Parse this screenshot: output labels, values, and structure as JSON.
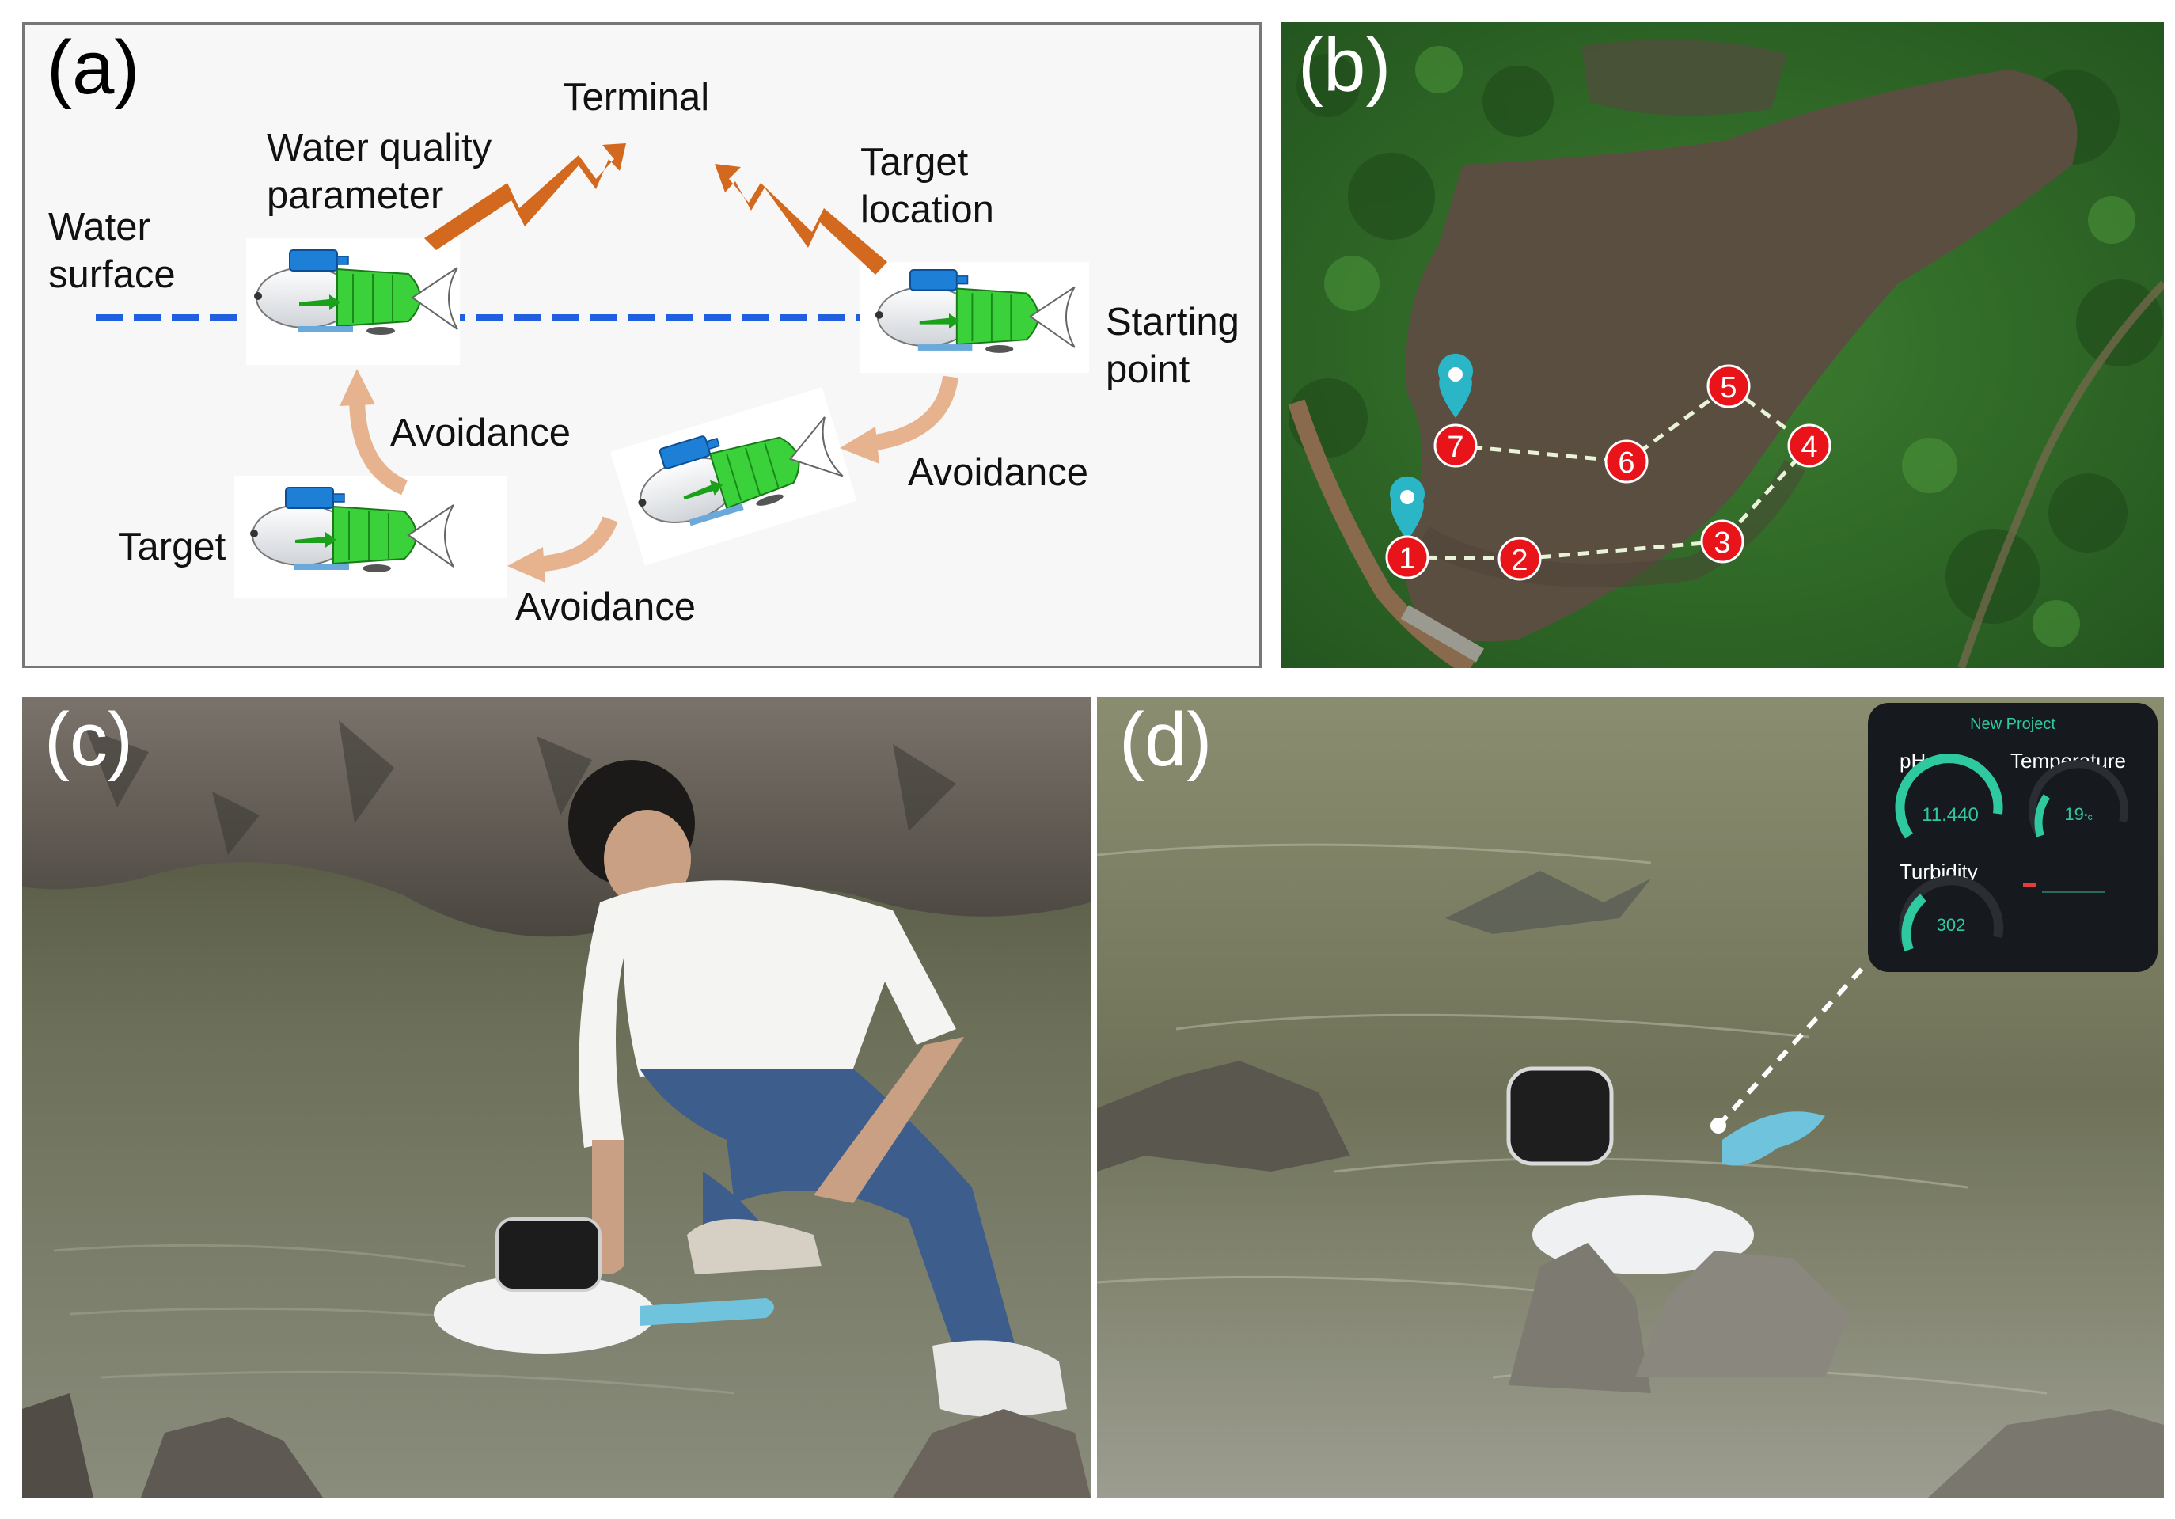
{
  "panel_a": {
    "label": "(a)",
    "labels": {
      "terminal": "Terminal",
      "water_quality_1": "Water quality",
      "water_quality_2": "parameter",
      "target_location_1": "Target",
      "target_location_2": "location",
      "water_surface_1": "Water",
      "water_surface_2": "surface",
      "starting_1": "Starting",
      "starting_2": "point",
      "avoidance_left": "Avoidance",
      "avoidance_right": "Avoidance",
      "avoidance_bottom": "Avoidance",
      "target": "Target"
    },
    "colors": {
      "waterline": "#1f5fe0",
      "signal": "#d2691e",
      "fish_body": "#3ad13a",
      "motor": "#1d7fd6",
      "curved_arrow": "#e7b38e"
    }
  },
  "panel_b": {
    "label": "(b)",
    "waypoints": [
      "1",
      "2",
      "3",
      "4",
      "5",
      "6",
      "7"
    ],
    "colors": {
      "waypoint": "#e8141a",
      "pin": "#2ab6c7",
      "path": "#e8f3d8"
    }
  },
  "panel_c": {
    "label": "(c)"
  },
  "panel_d": {
    "label": "(d)",
    "dashboard": {
      "title": "New Project",
      "ph_label": "pH",
      "ph_value": "11.440",
      "temp_label": "Temperature",
      "temp_value": "19",
      "temp_unit": "°c",
      "turbidity_label": "Turbidity",
      "turbidity_value": "302"
    },
    "colors": {
      "gauge": "#2fc9a0",
      "dash_bg": "#16191d"
    }
  }
}
